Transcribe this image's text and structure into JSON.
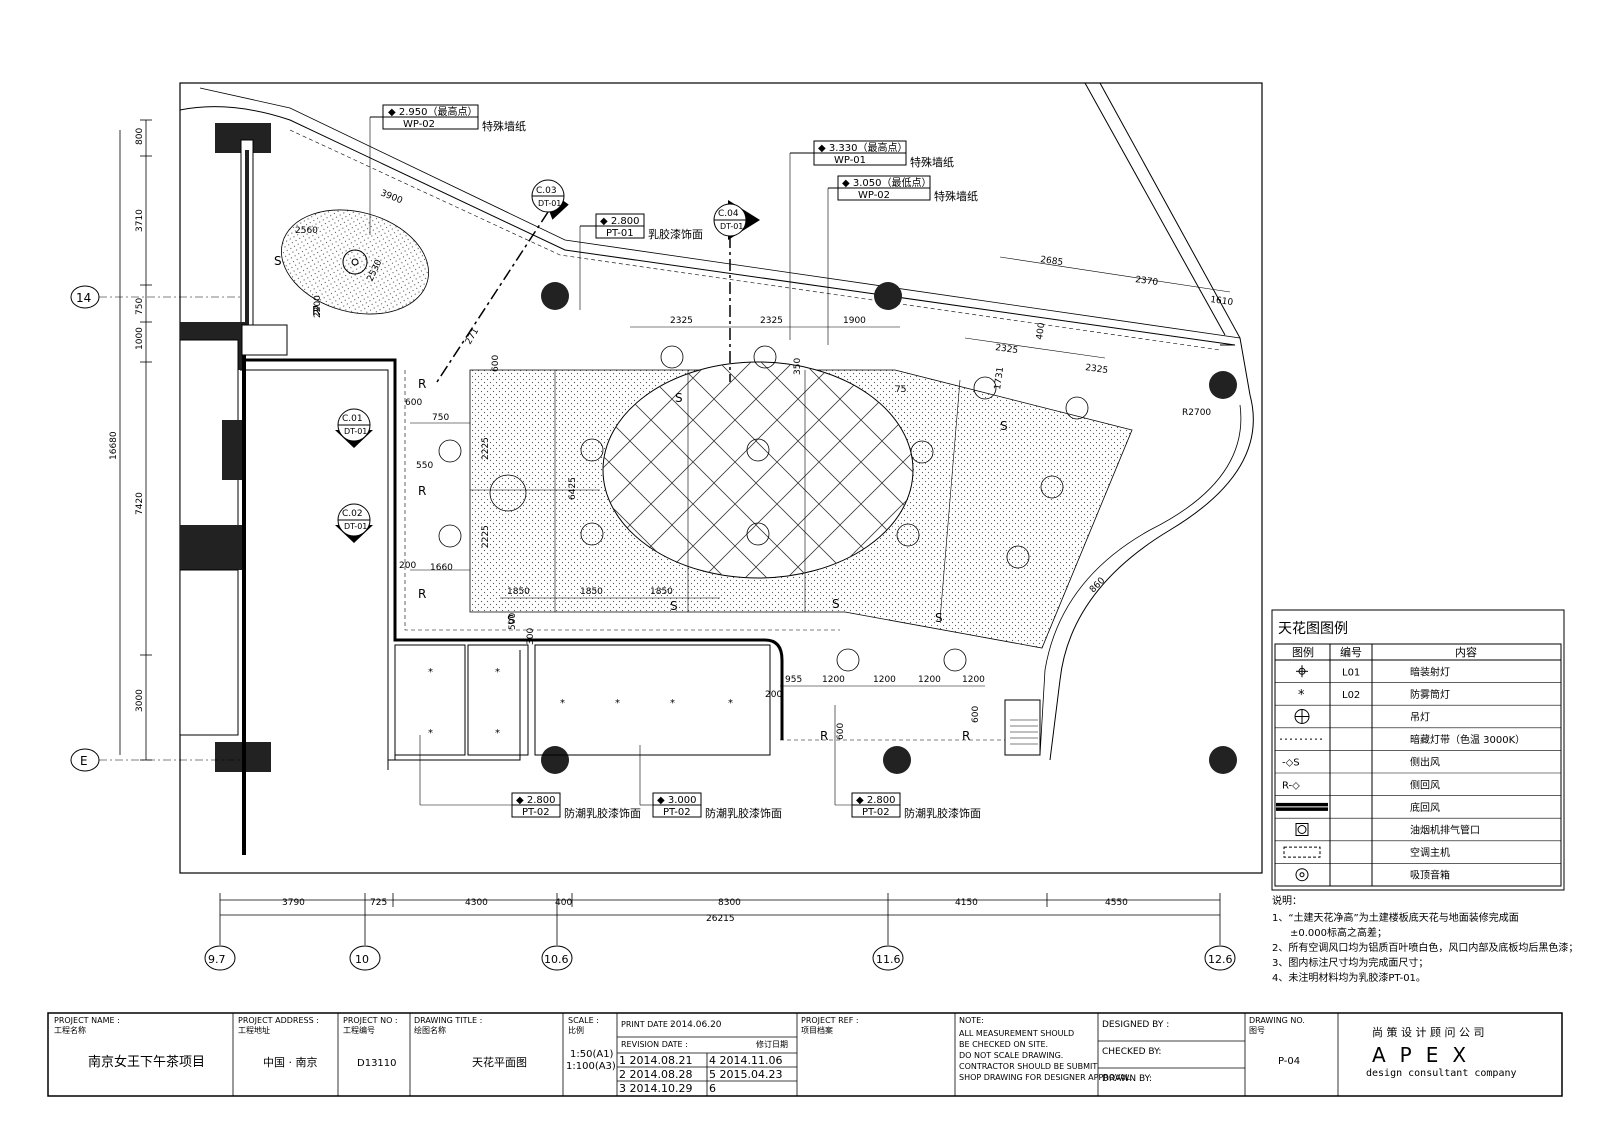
{
  "dimensions": {
    "left_vertical": [
      "800",
      "3710",
      "750",
      "1000",
      "7420",
      "3000"
    ],
    "left_total": "16680",
    "bottom": [
      "3790",
      "725",
      "4300",
      "400",
      "8300",
      "4150",
      "4550"
    ],
    "bottom_total": "26215",
    "interior": {
      "d3900": "3900",
      "d2560": "2560",
      "d2530": "2530",
      "d2200": "2200",
      "d271": "271",
      "d2685": "2685",
      "d2370": "2370",
      "d1610": "1610",
      "d2325a": "2325",
      "d2325b": "2325",
      "d1900": "1900",
      "d2325c": "2325",
      "d2325d": "2325",
      "d400": "400",
      "d1731": "1731",
      "d350": "350",
      "d600a": "600",
      "d600b": "600",
      "d750": "750",
      "d550": "550",
      "d2225a": "2225",
      "d2225b": "2225",
      "d6425": "6425",
      "d200a": "200",
      "d1660": "1660",
      "d1850a": "1850",
      "d1850b": "1850",
      "d1850c": "1850",
      "d500": "500",
      "d300": "300",
      "d75": "75",
      "r2700": "R2700",
      "d860": "860",
      "d955": "955",
      "d1200a": "1200",
      "d1200b": "1200",
      "d1200c": "1200",
      "d1200d": "1200",
      "d200b": "200",
      "d600c": "600",
      "d600d": "600"
    }
  },
  "grid_axes": {
    "horizontal": [
      "14",
      "E"
    ],
    "vertical": [
      "9.7",
      "10",
      "10.6",
      "11.6",
      "12.6"
    ]
  },
  "section_markers": [
    {
      "id": "C.03",
      "sheet": "DT-01"
    },
    {
      "id": "C.04",
      "sheet": "DT-01"
    },
    {
      "id": "C.01",
      "sheet": "DT-01"
    },
    {
      "id": "C.02",
      "sheet": "DT-01"
    }
  ],
  "level_tags": [
    {
      "level": "2.950（最高点）",
      "code": "WP-02",
      "note": "特殊墙纸"
    },
    {
      "level": "3.330（最高点）",
      "code": "WP-01",
      "note": "特殊墙纸"
    },
    {
      "level": "3.050（最低点）",
      "code": "WP-02",
      "note": "特殊墙纸"
    },
    {
      "level": "2.800",
      "code": "PT-01",
      "note": "乳胶漆饰面"
    },
    {
      "level": "2.800",
      "code": "PT-02",
      "note": "防潮乳胶漆饰面"
    },
    {
      "level": "3.000",
      "code": "PT-02",
      "note": "防潮乳胶漆饰面"
    },
    {
      "level": "2.800",
      "code": "PT-02",
      "note": "防潮乳胶漆饰面"
    }
  ],
  "legend": {
    "title": "天花图图例",
    "headers": [
      "图例",
      "编号",
      "内容"
    ],
    "rows": [
      {
        "icon": "recessed-spotlight",
        "code": "L01",
        "content": "暗装射灯"
      },
      {
        "icon": "moisture-proof-downlight",
        "code": "L02",
        "content": "防雾筒灯"
      },
      {
        "icon": "pendant-lamp",
        "code": "",
        "content": "吊灯"
      },
      {
        "icon": "hidden-light-strip",
        "code": "",
        "content": "暗藏灯带（色温 3000K）"
      },
      {
        "icon": "side-supply-air",
        "code": "",
        "content": "侧出风"
      },
      {
        "icon": "side-return-air",
        "code": "",
        "content": "侧回风"
      },
      {
        "icon": "bottom-return-air",
        "code": "",
        "content": "底回风"
      },
      {
        "icon": "exhaust-outlet",
        "code": "",
        "content": "油烟机排气管口"
      },
      {
        "icon": "ac-unit",
        "code": "",
        "content": "空调主机"
      },
      {
        "icon": "ceiling-speaker",
        "code": "",
        "content": "吸顶音箱"
      }
    ]
  },
  "notes": {
    "title": "说明：",
    "items": [
      "1、“土建天花净高”为土建楼板底天花与地面装修完成面",
      "±0.000标高之高差；",
      "2、所有空调风口均为铝质百叶喷白色，风口内部及底板均后黑色漆；",
      "3、图内标注尺寸均为完成面尺寸；",
      "4、未注明材料均为乳胶漆PT-01。"
    ]
  },
  "title_block": {
    "project_name_label": "PROJECT NAME :",
    "project_name_cn_label": "工程名称",
    "project_name": "南京女王下午茶项目",
    "project_address_label": "PROJECT ADDRESS :",
    "project_address_cn_label": "工程地址",
    "project_address": "中国 · 南京",
    "project_no_label": "PROJECT NO :",
    "project_no_cn_label": "工程编号",
    "project_no": "D13110",
    "drawing_title_label": "DRAWING TITLE :",
    "drawing_title_cn_label": "绘图名称",
    "drawing_title": "天花平面图",
    "scale_label": "SCALE :",
    "scale_cn_label": "比例",
    "scale_a1": "1:50(A1)",
    "scale_a3": "1:100(A3)",
    "print_date_label": "PRINT DATE :",
    "print_date": "2014.06.20",
    "revision_label": "REVISION DATE :",
    "revision_cn_label": "修订日期",
    "revisions": [
      "1 2014.08.21",
      "2 2014.08.28",
      "3 2014.10.29",
      "4 2014.11.06",
      "5 2015.04.23",
      "6"
    ],
    "project_ref_label": "PROJECT REF :",
    "project_ref_cn_label": "项目档案",
    "note_label": "NOTE:",
    "note_lines": [
      "ALL MEASUREMENT SHOULD",
      "BE CHECKED ON SITE.",
      "DO NOT SCALE DRAWING.",
      "CONTRACTOR SHOULD BE SUBMIT",
      "SHOP DRAWING FOR DESIGNER APPROVAL."
    ],
    "designed_by_label": "DESIGNED BY :",
    "checked_by_label": "CHECKED BY:",
    "drawn_by_label": "DRAWN BY:",
    "drawing_no_label": "DRAWING NO.",
    "drawing_no_cn_label": "图号",
    "drawing_no": "P-04",
    "company_cn": "尚 策 设 计 顾 问 公 司",
    "company_en": "APEX",
    "company_sub": "design  consultant  company"
  }
}
